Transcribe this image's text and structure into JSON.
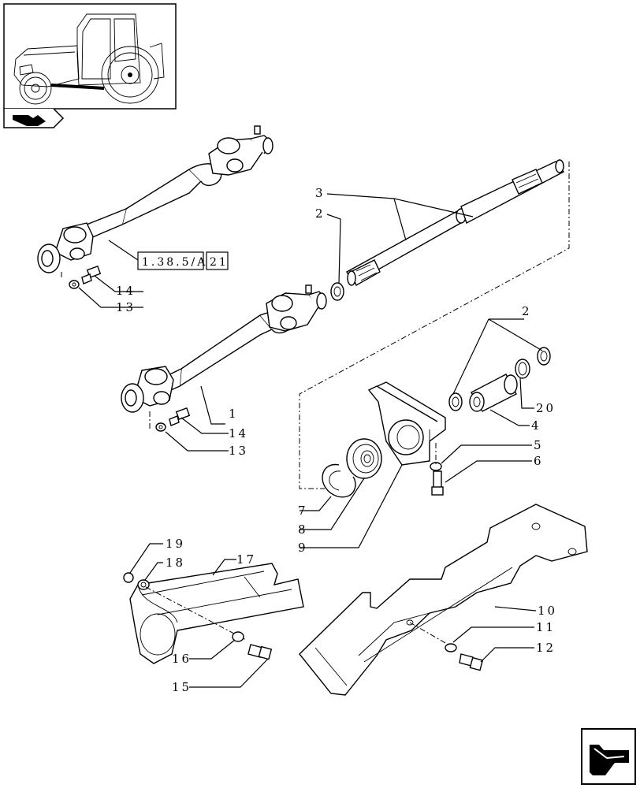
{
  "reference": {
    "section": "1.38.5/A",
    "page": "21"
  },
  "callouts": {
    "c1": "1",
    "c2a": "2",
    "c2b": "2",
    "c3": "3",
    "c4": "4",
    "c5": "5",
    "c6": "6",
    "c7": "7",
    "c8": "8",
    "c9": "9",
    "c10": "10",
    "c11": "11",
    "c12": "12",
    "c13a": "13",
    "c13b": "13",
    "c14a": "14",
    "c14b": "14",
    "c15": "15",
    "c16": "16",
    "c17": "17",
    "c18": "18",
    "c19": "19",
    "c20": "20"
  },
  "icons": {
    "thumbnail": "tractor-thumbnail-icon",
    "section_marker": "section-arrow-icon",
    "navigation": "next-page-arrow-icon"
  }
}
